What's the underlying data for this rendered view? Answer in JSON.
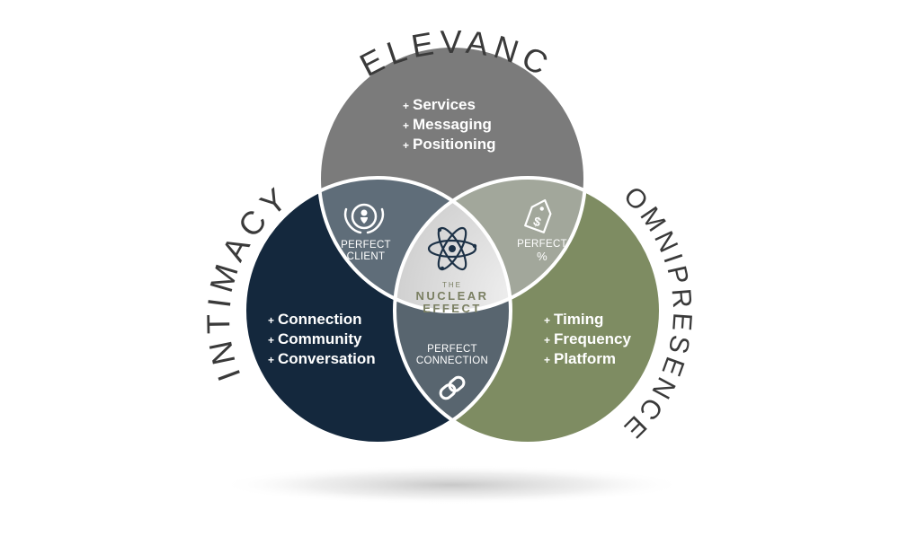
{
  "colors": {
    "relevancy": "#7b7b7b",
    "intimacy": "#14283d",
    "omnipresence": "#7e8c62",
    "client_overlap": "#5f6d79",
    "price_overlap": "#a2a79b",
    "connection_overlap": "#58656f",
    "center": "#e3e3e3",
    "outline": "#ffffff"
  },
  "circles": {
    "relevancy": {
      "title": "RELEVANCY",
      "items": [
        "Services",
        "Messaging",
        "Positioning"
      ]
    },
    "intimacy": {
      "title": "INTIMACY",
      "items": [
        "Connection",
        "Community",
        "Conversation"
      ]
    },
    "omnipresence": {
      "title": "OMNIPRESENCE",
      "items": [
        "Timing",
        "Frequency",
        "Platform"
      ]
    }
  },
  "overlaps": {
    "client": {
      "line1": "PERFECT",
      "line2": "CLIENT",
      "icon": "handshake-heart-icon"
    },
    "price": {
      "line1": "PERFECT",
      "line2": "%",
      "icon": "price-tag-icon"
    },
    "connection": {
      "line1": "PERFECT",
      "line2": "CONNECTION",
      "icon": "chain-link-icon"
    }
  },
  "center": {
    "line1": "THE",
    "line2": "NUCLEAR",
    "line3": "EFFECT",
    "icon": "atom-icon"
  },
  "bullet_glyph": "+"
}
